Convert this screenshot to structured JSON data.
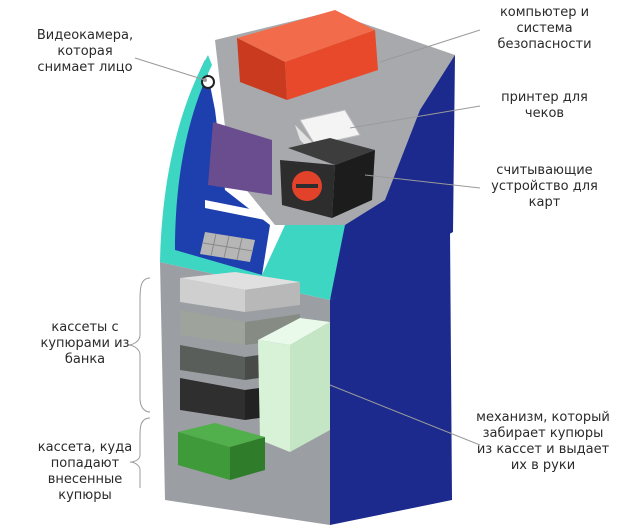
{
  "labels": {
    "camera": "Видеокамера,\nкоторая\nснимает лицо",
    "computer": "компьютер и\nсистема\nбезопасности",
    "printer": "принтер для\nчеков",
    "card_reader": "считывающие\nустройство для\nкарт",
    "bank_cassettes": "кассеты с\nкупюрами из\nбанка",
    "deposit_cassette": "кассета, куда\nпопадают\nвнесенные\nкупюры",
    "mechanism": "механизм, который\nзабирает купюры\nиз кассет и выдает\nих в руки"
  },
  "colors": {
    "atm_front_grey": "#9b9ea3",
    "atm_side_blue": "#1b2a8c",
    "screen_frame_blue": "#1e3fae",
    "teal_panel": "#3dd6c3",
    "computer_red": "#e8492a",
    "screen_purple": "#6a4d8f",
    "keypad_grey": "#b6b6b6",
    "card_reader_black": "#2d2d2d",
    "card_slot_red": "#e2412a",
    "cassette_light": "#cfcfcf",
    "cassette_mid": "#9ea39c",
    "cassette_dark": "#5a5e5a",
    "cassette_black": "#2f2f2f",
    "deposit_green": "#3f9a3a",
    "mechanism_mint": "#d8f2d8",
    "receipt_white": "#f4f4f4"
  }
}
